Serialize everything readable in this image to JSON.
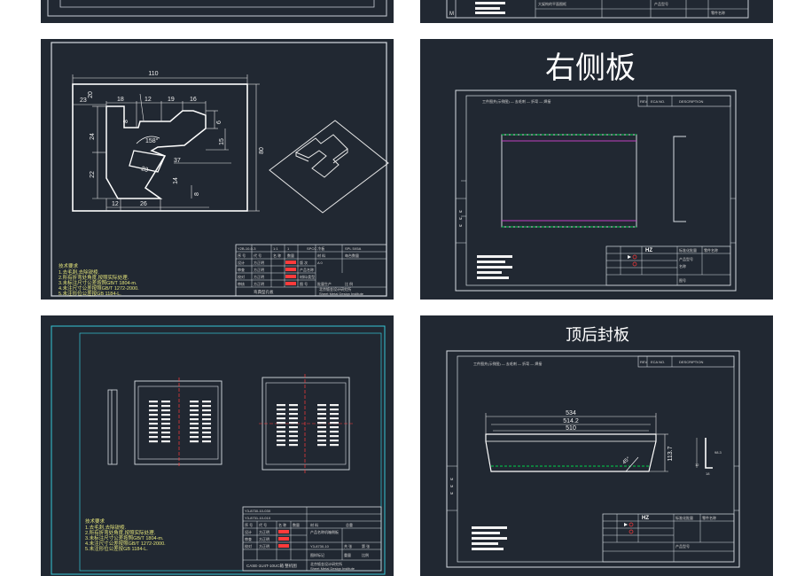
{
  "panel_left_bottom_peek": {},
  "panel_right_bottom_peek": {
    "tb_text_1": "大架构的平面图框",
    "tb_text_2": "产品型号",
    "tb_text_3": "零件名称"
  },
  "panel_flat_part": {
    "dims": {
      "overall_width": "110",
      "overall_height": "80",
      "top_margin": "20",
      "left_margin": "23",
      "seg_18": "18",
      "seg_12_top": "12",
      "seg_19": "19",
      "seg_16": "16",
      "v_8": "8",
      "v_24": "24",
      "v_6": "6",
      "v_15": "15",
      "angle": "158°",
      "seg_37": "37",
      "seg_23": "23",
      "v_22": "22",
      "v_14": "14",
      "v_8b": "8",
      "bottom_12": "12",
      "bottom_26": "26"
    },
    "title_block": {
      "r1": [
        "Y2B-10-0-3",
        "1:1",
        "1",
        "SPCC 冷板",
        "SPL 5X5A"
      ],
      "r2": [
        "序 号",
        "代 号",
        "名 称",
        "数量",
        "材 料",
        "每台数量"
      ],
      "r3": [
        "设计",
        "方正明",
        "",
        "版 次",
        "A 0"
      ],
      "r4": [
        "审查",
        "方正明",
        "",
        "产品名称"
      ],
      "r5": [
        "校对",
        "方正明",
        "",
        "材料/类型"
      ],
      "r6": [
        "审核",
        "方正明",
        "",
        "图 号"
      ],
      "r7": [
        "标准化",
        "",
        "",
        "批量生产",
        "比 例"
      ],
      "drawing_name": "弯典型孔板",
      "company_cn": "北京钣金设计研究所",
      "company_en": "Sheet Metal Design Institute"
    },
    "notes": {
      "heading": "技术要求",
      "lines": [
        "1.去毛刺,去除锐棱.",
        "2.所有折弯处角度,按照实际处理.",
        "3.未标注尺寸公差按照GB/T 1804-m.",
        "4.未注尺寸公差按照GB/T 1272-2000.",
        "5.未注形位公差按GB 1184-L."
      ]
    }
  },
  "panel_right_side": {
    "title": "右侧板",
    "header_text": "工件图并(示例图) — 去毛刺 — 折弯 — 焊接",
    "rev_headers": [
      "REV",
      "ECA NO.",
      "DESCRIPTION"
    ],
    "tb_labels": [
      "产品型号",
      "名称",
      "图号"
    ],
    "tb_logo": "HZ",
    "tb_text": [
      "标准化批量",
      "零件名称"
    ]
  },
  "panel_assembly": {
    "title_block": {
      "r1": [
        "Y3-8730-10-03X",
        "",
        "",
        "",
        "",
        ""
      ],
      "r2": [
        "Y3-8731-10-01X",
        "",
        "",
        "",
        "",
        ""
      ],
      "r3": [
        "序 号",
        "代 号",
        "名 称",
        "数量",
        "材 料",
        "总重"
      ],
      "r4": [
        "设计",
        "方正明",
        "",
        "产品名称",
        "机箱侧板",
        ""
      ],
      "r5": [
        "审查",
        "方正明",
        "",
        "Y3-8730-10",
        "共 张",
        "第 张"
      ],
      "r6": [
        "校对",
        "方正明",
        "",
        "图样标记",
        "重量",
        "比例"
      ],
      "drawing_name": "CASE-1U4T-10UC箱 整机图",
      "company_cn": "北京钣金设计研究所",
      "company_en": "Sheet Metal Design Institute"
    },
    "notes": {
      "heading": "技术要求",
      "lines": [
        "1.去毛刺,去除锐棱.",
        "2.所有折弯处角度,按照实际处理.",
        "3.未标注尺寸公差按照GB/T 1804-m.",
        "4.未注尺寸公差按照GB/T 1272-2000.",
        "5.未注形位公差按GB 1184-L."
      ]
    }
  },
  "panel_top_back": {
    "title": "顶后封板",
    "header_text": "工件图并(示例图) — 去毛刺 — 折弯 — 焊接",
    "rev_headers": [
      "REV",
      "ECA NO.",
      "DESCRIPTION"
    ],
    "dims": {
      "w1": "534",
      "w2": "514.2",
      "w3": "510",
      "h1": "113.7",
      "angle": "45°",
      "side_h": "98.3",
      "side_small": "12",
      "side_w": "18"
    },
    "tb_logo": "HZ",
    "tb_text": [
      "标准化批量",
      "零件名称",
      "产品型号"
    ]
  }
}
